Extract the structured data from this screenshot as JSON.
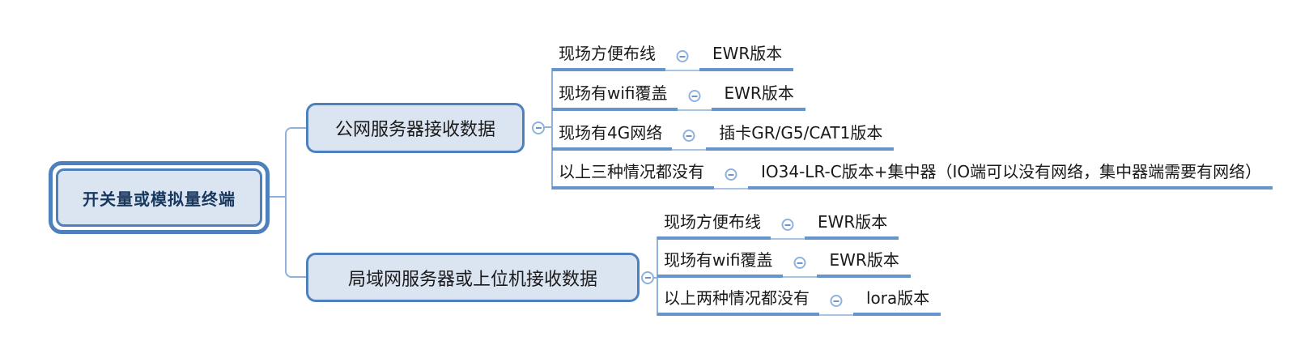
{
  "root": {
    "label": "开关量或模拟量终端"
  },
  "branches": [
    {
      "label": "公网服务器接收数据",
      "children": [
        {
          "label": "现场方便布线",
          "value": "EWR版本"
        },
        {
          "label": "现场有wifi覆盖",
          "value": "EWR版本"
        },
        {
          "label": "现场有4G网络",
          "value": "插卡GR/G5/CAT1版本"
        },
        {
          "label": "以上三种情况都没有",
          "value": "IO34-LR-C版本+集中器（IO端可以没有网络，集中器端需要有网络）"
        }
      ]
    },
    {
      "label": "局域网服务器或上位机接收数据",
      "children": [
        {
          "label": "现场方便布线",
          "value": "EWR版本"
        },
        {
          "label": "现场有wifi覆盖",
          "value": "EWR版本"
        },
        {
          "label": "以上两种情况都没有",
          "value": "lora版本"
        }
      ]
    }
  ],
  "icons": {
    "collapse": "minus-circle"
  },
  "colors": {
    "node_border": "#4d80bc",
    "node_fill": "#dbe5f1",
    "root_text": "#17375e",
    "underline": "#6496cd",
    "connector": "#8fb2dd"
  }
}
